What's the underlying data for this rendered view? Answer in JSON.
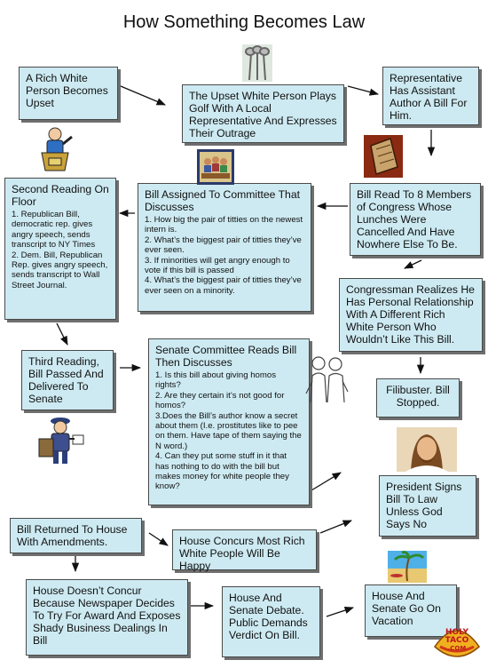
{
  "title": "How Something Becomes Law",
  "boxes": {
    "b1": "A Rich White Person Becomes Upset",
    "b2": "The Upset White Person Plays Golf With A Local Representative And Expresses Their Outrage",
    "b3": "Representative Has Assistant Author A Bill For Him.",
    "b4": "Bill Read To 8 Members of Congress Whose Lunches Were Cancelled And Have Nowhere Else To Be.",
    "b5": {
      "heading": "Bill Assigned To Committee That Discusses",
      "items": [
        "1. How big the pair of titties on the newest intern is.",
        "2. What’s the biggest pair of titties they’ve ever seen.",
        "3. If minorities will get angry enough to vote if this bill is passed",
        "4. What’s the biggest pair of titties they’ve ever seen on a minority."
      ]
    },
    "b6": {
      "heading": "Second Reading On Floor",
      "items": [
        "1. Republican Bill, democratic rep. gives angry speech, sends transcript to NY Times",
        "2. Dem. Bill, Republican  Rep. gives angry speech, sends transcript to Wall Street Journal."
      ]
    },
    "b7": "Congressman Realizes He Has Personal Relationship With A Different Rich White Person Who Wouldn’t Like This Bill.",
    "b8": "Filibuster. Bill Stopped.",
    "b9": "Third Reading, Bill Passed And Delivered To Senate",
    "b10": {
      "heading": "Senate Committee Reads Bill Then Discusses",
      "items": [
        "1. Is this bill about giving homos rights?",
        "2. Are they certain it’s not  good for homos?",
        "3.Does the Bill’s author know a secret about them (I.e. prostitutes like to pee on them.  Have tape of them saying the N word.)",
        "4.  Can they put some stuff in it that has nothing to do with the bill but makes money for white people they know?"
      ]
    },
    "b11": "President Signs Bill To Law Unless God Says No",
    "b12": "Bill Returned To House With Amendments.",
    "b13": "House Concurs Most Rich White People Will Be Happy",
    "b14": "House Doesn’t Concur Because Newspaper Decides To Try For Award And Exposes Shady Business Dealings In Bill",
    "b15": "House And Senate Debate. Public Demands Verdict On Bill.",
    "b16": "House And Senate Go On Vacation"
  },
  "watermark": [
    "HOLY",
    "TACO",
    ".COM"
  ],
  "colors": {
    "box_fill": "#cdeaf2",
    "box_border": "#4a4a4a",
    "shadow": "#6e6e6e",
    "arrow": "#111111"
  },
  "icons": [
    "golf-clubs-icon",
    "tablet-icon",
    "committee-meeting-icon",
    "speaker-at-podium-icon",
    "professor-icon",
    "mailman-icon",
    "jesus-portrait-icon",
    "beach-vacation-icon",
    "holy-taco-logo-icon"
  ]
}
